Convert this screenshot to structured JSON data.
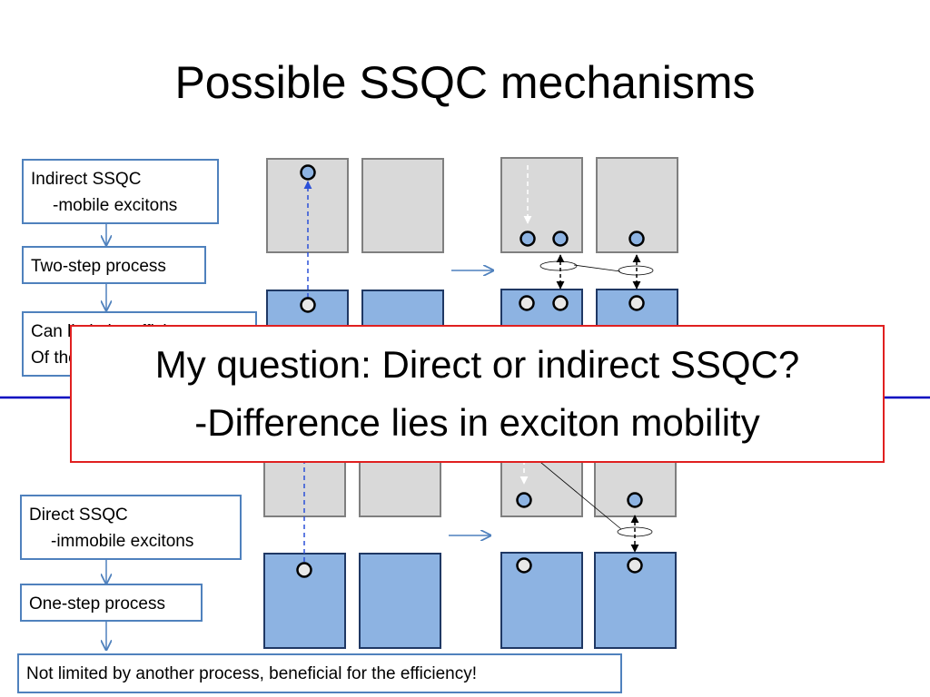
{
  "title": "Possible SSQC mechanisms",
  "indirect": {
    "heading": "Indirect SSQC",
    "sub": "-mobile excitons",
    "step": "Two-step process",
    "limit_line1": "Can limit the efficiency",
    "limit_line2": "Of the process"
  },
  "direct": {
    "heading": "Direct SSQC",
    "sub": "-immobile excitons",
    "step": "One-step process",
    "conclusion": "Not limited by another process, beneficial for the efficiency!"
  },
  "callout": {
    "line1": "My question: Direct or indirect SSQC?",
    "line2": "-Difference lies in exciton mobility"
  },
  "colors": {
    "box_border": "#4f81bd",
    "upper_level_fill": "#d9d9d9",
    "lower_level_fill": "#8db3e2",
    "lower_level_border": "#1f3864",
    "callout_border": "#e02020",
    "separator": "#0000c0"
  }
}
